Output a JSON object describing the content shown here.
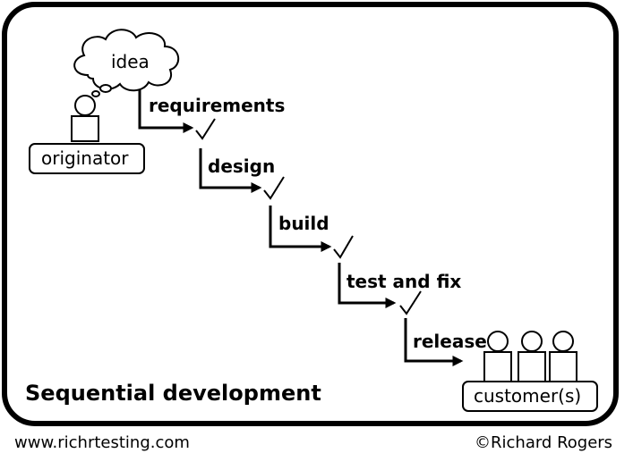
{
  "idea_label": "idea",
  "originator_label": "originator",
  "customers_label": "customer(s)",
  "steps": [
    "requirements",
    "design",
    "build",
    "test and fix",
    "release"
  ],
  "title": "Sequential development",
  "website": "www.richrtesting.com",
  "copyright": "©Richard Rogers",
  "colors": {
    "ink": "#000000",
    "fill": "#ffffff"
  },
  "icons": [
    "thought-cloud-icon",
    "person-icon",
    "arrow-icon",
    "checkmark-icon"
  ]
}
